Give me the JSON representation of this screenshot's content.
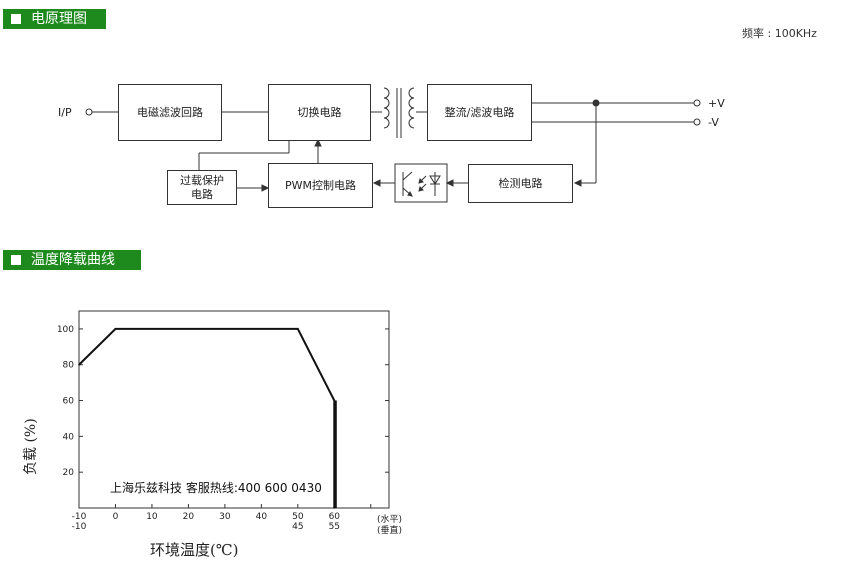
{
  "header1": "电原理图",
  "header2": "温度降载曲线",
  "frequency": "频率 : 100KHz",
  "blocks": {
    "emi": "电磁滤波回路",
    "switch": "切换电路",
    "rect": "整流/滤波电路",
    "ovp": "过载保护电路",
    "pwm": "PWM控制电路",
    "detect": "检测电路"
  },
  "labels": {
    "input": "I/P",
    "vplus": "+V",
    "vminus": "-V"
  },
  "chart_data": {
    "type": "line",
    "x": [
      -10,
      0,
      50,
      60,
      60
    ],
    "values": [
      80,
      100,
      100,
      60,
      0
    ],
    "x_ticks_horizontal": [
      "-10",
      "0",
      "10",
      "20",
      "30",
      "40",
      "50",
      "60"
    ],
    "x_ticks_vertical": [
      "-10",
      "45",
      "55"
    ],
    "x_tick_note_h": "(水平)",
    "x_tick_note_v": "(垂直)",
    "y_ticks": [
      "20",
      "40",
      "60",
      "80",
      "100"
    ],
    "xlabel": "环境温度(℃)",
    "ylabel": "负载 (%)",
    "xlim": [
      -10,
      75
    ],
    "ylim": [
      0,
      110
    ],
    "grid": false
  },
  "watermark": "上海乐兹科技 客服热线:400 600 0430"
}
